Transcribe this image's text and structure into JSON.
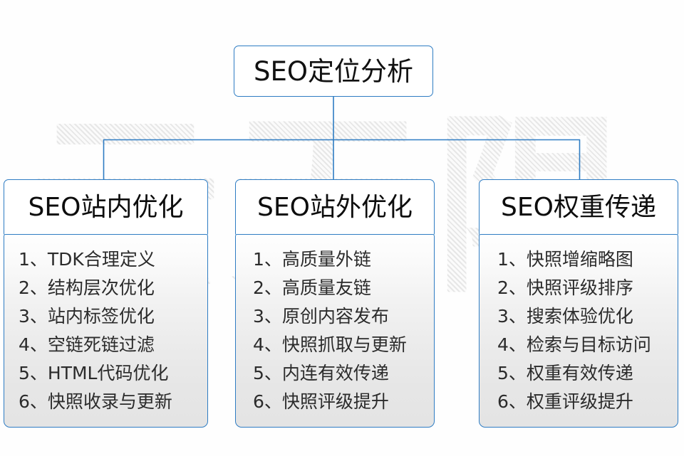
{
  "diagram": {
    "title": "SEO定位分析",
    "watermark": "云无限",
    "accent_color": "#2e7cc3",
    "text_color": "#111111",
    "body_color": "#2b2b2b",
    "columns": [
      {
        "header": "SEO站内优化",
        "items": [
          "1、TDK合理定义",
          "2、结构层次优化",
          "3、站内标签优化",
          "4、空链死链过滤",
          "5、HTML代码优化",
          "6、快照收录与更新"
        ]
      },
      {
        "header": "SEO站外优化",
        "items": [
          "1、高质量外链",
          "2、高质量友链",
          "3、原创内容发布",
          "4、快照抓取与更新",
          "5、内连有效传递",
          "6、快照评级提升"
        ]
      },
      {
        "header": "SEO权重传递",
        "items": [
          "1、快照增缩略图",
          "2、快照评级排序",
          "3、搜索体验优化",
          "4、检索与目标访问",
          "5、权重有效传递",
          "6、权重评级提升"
        ]
      }
    ]
  }
}
